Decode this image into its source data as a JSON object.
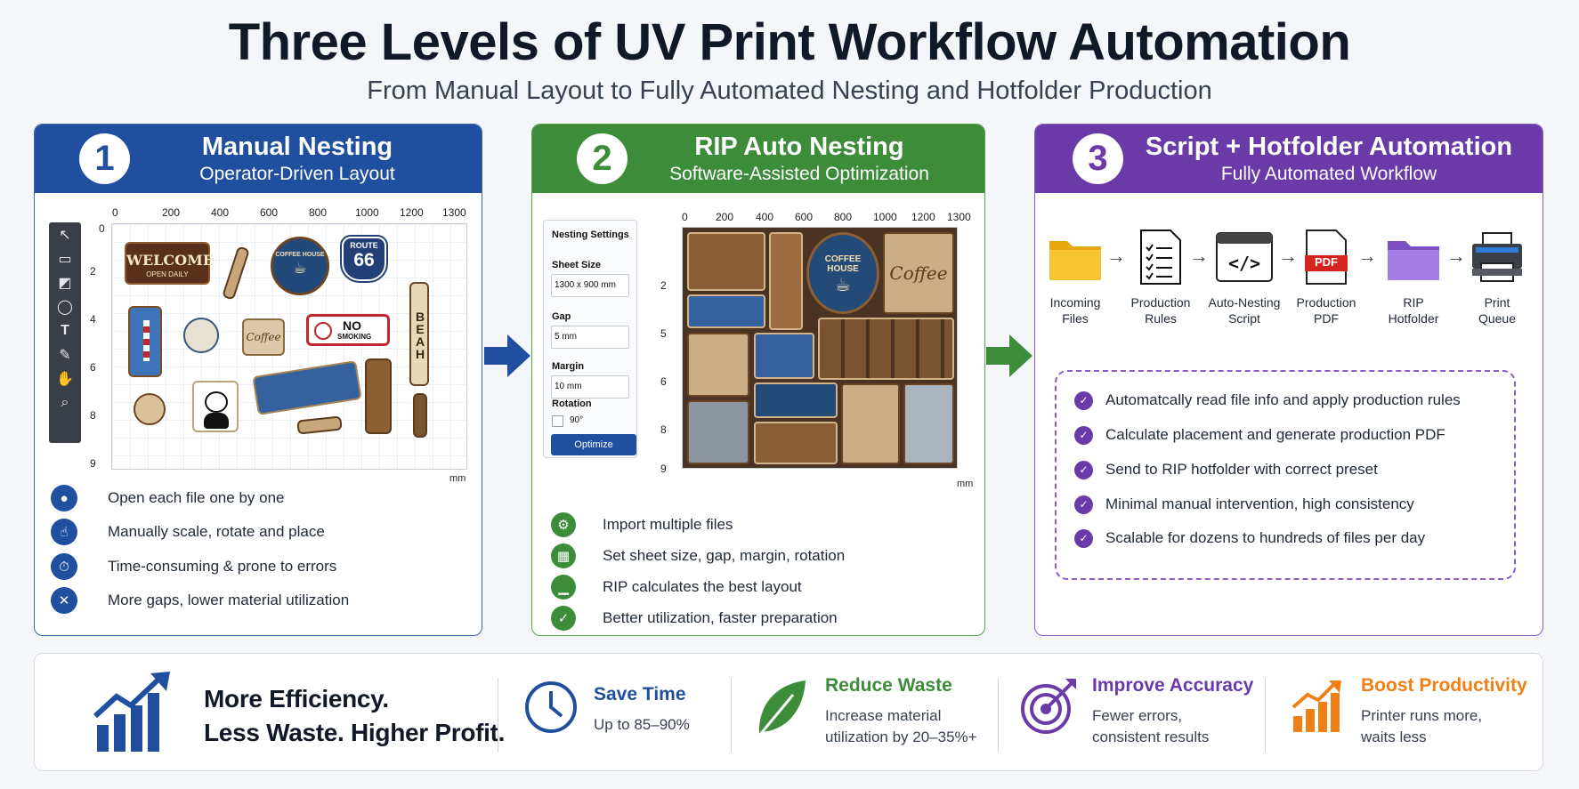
{
  "header": {
    "title": "Three Levels of UV Print Workflow Automation",
    "subtitle": "From Manual Layout to Fully Automated Nesting and Hotfolder Production"
  },
  "panel1": {
    "number": "1",
    "title": "Manual Nesting",
    "subtitle": "Operator-Driven Layout",
    "ruler_x": [
      "0",
      "200",
      "400",
      "600",
      "800",
      "1000",
      "1200",
      "1300"
    ],
    "ruler_y": [
      "0",
      "2",
      "4",
      "6",
      "8",
      "9"
    ],
    "unit": "mm",
    "stickers": {
      "welcome": "WELCOME",
      "open_daily": "OPEN DAILY",
      "coffee_house": "COFFEE HOUSE",
      "route": "ROUTE",
      "route_num": "66",
      "no": "NO",
      "smoking": "SMOKING",
      "beach": "BEAH",
      "coffee": "Coffee"
    },
    "bullets": [
      "Open each file one by one",
      "Manually scale, rotate and place",
      "Time-consuming & prone to errors",
      "More gaps, lower material utilization"
    ]
  },
  "panel2": {
    "number": "2",
    "title": "RIP Auto Nesting",
    "subtitle": "Software-Assisted Optimization",
    "ruler_x": [
      "0",
      "200",
      "400",
      "600",
      "800",
      "1000",
      "1200",
      "1300"
    ],
    "ruler_y": [
      "2",
      "5",
      "6",
      "8",
      "9"
    ],
    "unit": "mm",
    "settings": {
      "heading": "Nesting Settings",
      "sheet_size_label": "Sheet Size",
      "sheet_size_value": "1300 x 900 mm",
      "gap_label": "Gap",
      "gap_value": "5 mm",
      "margin_label": "Margin",
      "margin_value": "10 mm",
      "rotation_label": "Rotation",
      "rotation_value": "90°",
      "button": "Optimize"
    },
    "stickers": {
      "coffee_house": "COFFEE HOUSE",
      "coffee": "Coffee"
    },
    "bullets": [
      "Import multiple files",
      "Set sheet size, gap, margin, rotation",
      "RIP calculates the best layout",
      "Better utilization, faster preparation"
    ]
  },
  "panel3": {
    "number": "3",
    "title": "Script + Hotfolder Automation",
    "subtitle": "Fully Automated Workflow",
    "steps": [
      {
        "line1": "Incoming",
        "line2": "Files",
        "icon": "folder-icon"
      },
      {
        "line1": "Production",
        "line2": "Rules",
        "icon": "checklist-icon"
      },
      {
        "line1": "Auto-Nesting",
        "line2": "Script",
        "icon": "code-icon"
      },
      {
        "line1": "Production",
        "line2": "PDF",
        "icon": "pdf-icon"
      },
      {
        "line1": "RIP",
        "line2": "Hotfolder",
        "icon": "folder-icon"
      },
      {
        "line1": "Print",
        "line2": "Queue",
        "icon": "printer-icon"
      }
    ],
    "pdf_badge": "PDF",
    "checks": [
      "Automatcally read file info and apply production rules",
      "Calculate placement and generate production PDF",
      "Send to RIP hotfolder with correct preset",
      "Minimal manual intervention, high consistency",
      "Scalable for dozens to hundreds of files per day"
    ]
  },
  "footer": {
    "headline1": "More Efficiency.",
    "headline2": "Less Waste. Higher Profit.",
    "items": [
      {
        "title": "Save Time",
        "desc1": "Up to 85–90%",
        "desc2": "",
        "color": "#1f4f9e"
      },
      {
        "title": "Reduce Waste",
        "desc1": "Increase material",
        "desc2": "utilization by 20–35%+",
        "color": "#3d8c3a"
      },
      {
        "title": "Improve Accuracy",
        "desc1": "Fewer errors,",
        "desc2": "consistent results",
        "color": "#6a3aa8"
      },
      {
        "title": "Boost Productivity",
        "desc1": "Printer runs more,",
        "desc2": "waits less",
        "color": "#f07f16"
      }
    ]
  },
  "colors": {
    "blue": "#1f4f9e",
    "green": "#3d8c3a",
    "purple": "#6a3aa8",
    "orange": "#f07f16"
  }
}
